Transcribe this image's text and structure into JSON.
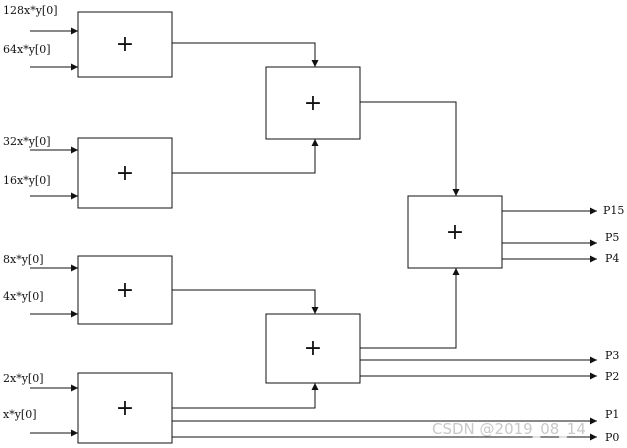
{
  "diagram": {
    "adder_symbol": "+",
    "inputs": [
      {
        "label": "128x*y[0]"
      },
      {
        "label": "64x*y[0]"
      },
      {
        "label": "32x*y[0]"
      },
      {
        "label": "16x*y[0]"
      },
      {
        "label": "8x*y[0]"
      },
      {
        "label": "4x*y[0]"
      },
      {
        "label": "2x*y[0]"
      },
      {
        "label": "x*y[0]"
      }
    ],
    "outputs": [
      {
        "label": "P15"
      },
      {
        "label": "P5"
      },
      {
        "label": "P4"
      },
      {
        "label": "P3"
      },
      {
        "label": "P2"
      },
      {
        "label": "P1"
      },
      {
        "label": "P0"
      }
    ],
    "watermark": "CSDN @2019_08_14"
  }
}
